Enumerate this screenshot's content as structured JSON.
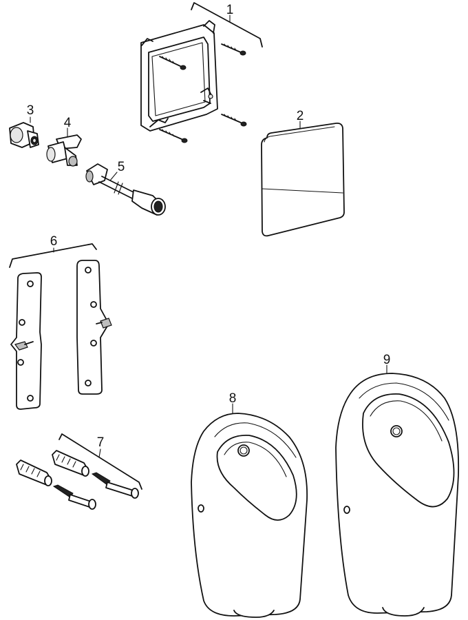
{
  "callouts": [
    {
      "id": "1",
      "label": "1"
    },
    {
      "id": "2",
      "label": "2"
    },
    {
      "id": "3",
      "label": "3"
    },
    {
      "id": "4",
      "label": "4"
    },
    {
      "id": "5",
      "label": "5"
    },
    {
      "id": "6",
      "label": "6"
    },
    {
      "id": "7",
      "label": "7"
    },
    {
      "id": "8",
      "label": "8"
    },
    {
      "id": "9",
      "label": "9"
    }
  ],
  "colors": {
    "line": "#111111",
    "background": "#ffffff",
    "shade": "#bdbdbd"
  }
}
